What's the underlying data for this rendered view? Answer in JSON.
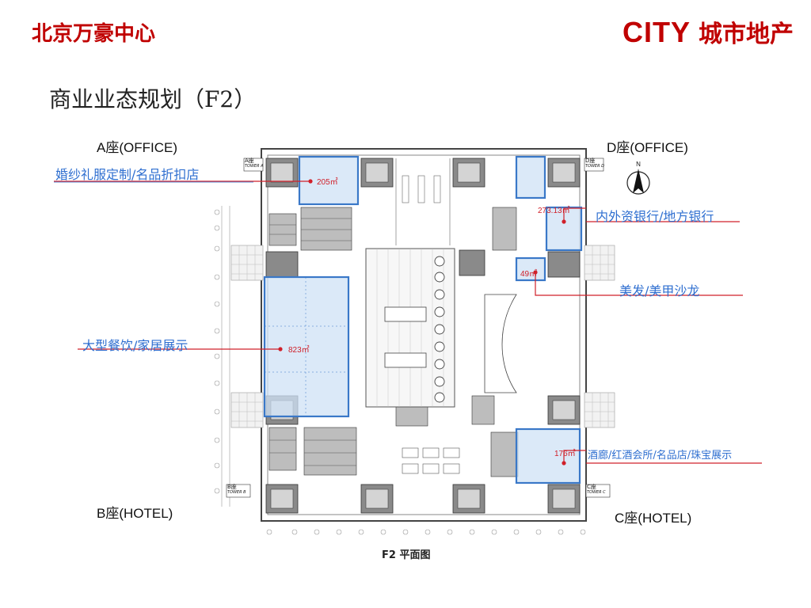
{
  "header": {
    "title": "北京万豪中心",
    "logo_en": "CITY",
    "logo_cn": "城市地产",
    "brand_color": "#c00000"
  },
  "slide": {
    "title": "商业业态规划（F2）"
  },
  "plan": {
    "caption": "F2 平面图",
    "towers": {
      "a": "A座(OFFICE)",
      "b": "B座(HOTEL)",
      "c": "C座(HOTEL)",
      "d": "D座(OFFICE)"
    },
    "tower_tags": {
      "a": "A座",
      "a_sub": "TOWER A",
      "b": "B座",
      "b_sub": "TOWER B",
      "c": "C座",
      "c_sub": "TOWER C",
      "d": "D座",
      "d_sub": "TOWER D"
    },
    "callouts": [
      {
        "label": "婚纱礼服定制/名品折扣店",
        "area": "205㎡"
      },
      {
        "label": "内外资银行/地方银行",
        "area": "273.13㎡"
      },
      {
        "label": "美发/美甲沙龙",
        "area": "49㎡"
      },
      {
        "label": "大型餐饮/家居展示",
        "area": "823㎡"
      },
      {
        "label": "酒廊/红酒会所/名品店/珠宝展示",
        "area": "176㎡"
      }
    ],
    "colors": {
      "zone_fill": "#cfe2f6",
      "zone_stroke": "#3a78c8",
      "callout_line": "#d0202a",
      "callout_text": "#2f6fd0",
      "area_text": "#d0202a"
    },
    "icons": [
      "north-arrow-icon"
    ]
  }
}
